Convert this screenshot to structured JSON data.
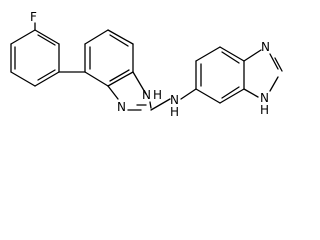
{
  "atom_labels": {
    "fluorine": "F",
    "triazole_nh_n": "N",
    "triazole_nh_h": "H",
    "triazole_n3": "N",
    "amine_n": "N",
    "amine_h": "H",
    "imidazole_n": "N",
    "imidazole_nh_n": "N",
    "imidazole_nh_h": "H"
  },
  "colors": {
    "bond": "#000000",
    "text": "#000000",
    "background": "#ffffff"
  }
}
